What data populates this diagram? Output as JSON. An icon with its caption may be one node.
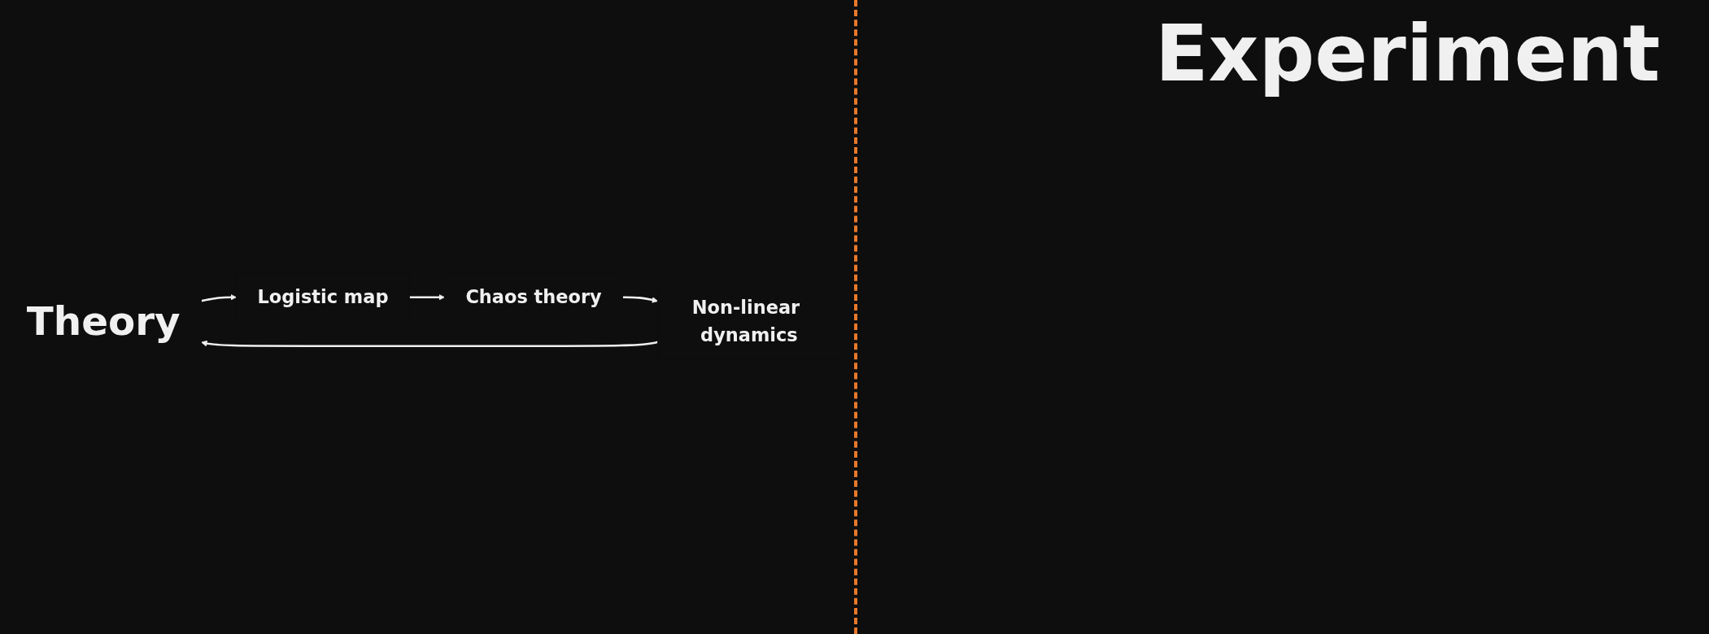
{
  "diagram": {
    "nodes": [
      {
        "text": [
          "Theory"
        ]
      },
      {
        "text": [
          "Logistic map"
        ]
      },
      {
        "text": [
          "Non-linear dynamics"
        ]
      },
      {
        "text": [
          "Chaos theory"
        ]
      }
    ],
    "edges": [
      {
        "from": 0,
        "to": 1,
        "arrow": "to"
      },
      {
        "from": 1,
        "to": 3,
        "arrow": "to"
      },
      {
        "from": 3,
        "to": 2,
        "arrow": "to"
      },
      {
        "from": 2,
        "to": 0,
        "arrow": "to"
      }
    ],
    "labels": [
      "Experiment"
    ]
  }
}
